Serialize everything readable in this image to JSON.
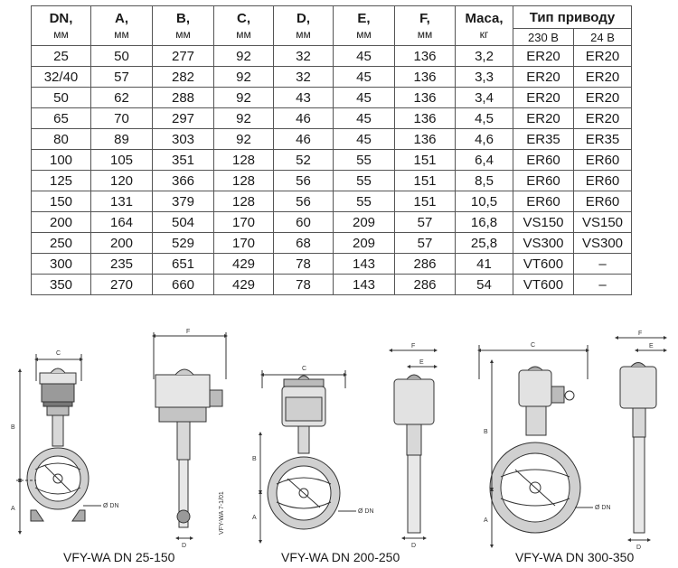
{
  "table": {
    "headers": [
      {
        "label": "DN,",
        "unit": "мм"
      },
      {
        "label": "A,",
        "unit": "мм"
      },
      {
        "label": "B,",
        "unit": "мм"
      },
      {
        "label": "C,",
        "unit": "мм"
      },
      {
        "label": "D,",
        "unit": "мм"
      },
      {
        "label": "E,",
        "unit": "мм"
      },
      {
        "label": "F,",
        "unit": "мм"
      },
      {
        "label": "Маса,",
        "unit": "кг"
      }
    ],
    "drive_header": "Тип приводу",
    "drive_sub": [
      "230 В",
      "24 В"
    ],
    "rows": [
      [
        "25",
        "50",
        "277",
        "92",
        "32",
        "45",
        "136",
        "3,2",
        "ER20",
        "ER20"
      ],
      [
        "32/40",
        "57",
        "282",
        "92",
        "32",
        "45",
        "136",
        "3,3",
        "ER20",
        "ER20"
      ],
      [
        "50",
        "62",
        "288",
        "92",
        "43",
        "45",
        "136",
        "3,4",
        "ER20",
        "ER20"
      ],
      [
        "65",
        "70",
        "297",
        "92",
        "46",
        "45",
        "136",
        "4,5",
        "ER20",
        "ER20"
      ],
      [
        "80",
        "89",
        "303",
        "92",
        "46",
        "45",
        "136",
        "4,6",
        "ER35",
        "ER35"
      ],
      [
        "100",
        "105",
        "351",
        "128",
        "52",
        "55",
        "151",
        "6,4",
        "ER60",
        "ER60"
      ],
      [
        "125",
        "120",
        "366",
        "128",
        "56",
        "55",
        "151",
        "8,5",
        "ER60",
        "ER60"
      ],
      [
        "150",
        "131",
        "379",
        "128",
        "56",
        "55",
        "151",
        "10,5",
        "ER60",
        "ER60"
      ],
      [
        "200",
        "164",
        "504",
        "170",
        "60",
        "209",
        "57",
        "16,8",
        "VS150",
        "VS150"
      ],
      [
        "250",
        "200",
        "529",
        "170",
        "68",
        "209",
        "57",
        "25,8",
        "VS300",
        "VS300"
      ],
      [
        "300",
        "235",
        "651",
        "429",
        "78",
        "143",
        "286",
        "41",
        "VT600",
        "–"
      ],
      [
        "350",
        "270",
        "660",
        "429",
        "78",
        "143",
        "286",
        "54",
        "VT600",
        "–"
      ]
    ]
  },
  "drawings": {
    "dim_labels": {
      "a": "A",
      "b": "B",
      "c": "C",
      "d": "D",
      "e": "E",
      "f": "F",
      "dn": "Ø DN"
    },
    "drawing_code": "VFY-WA 7-1/01",
    "captions": [
      "VFY-WA DN 25-150",
      "VFY-WA DN 200-250",
      "VFY-WA DN 300-350"
    ]
  }
}
